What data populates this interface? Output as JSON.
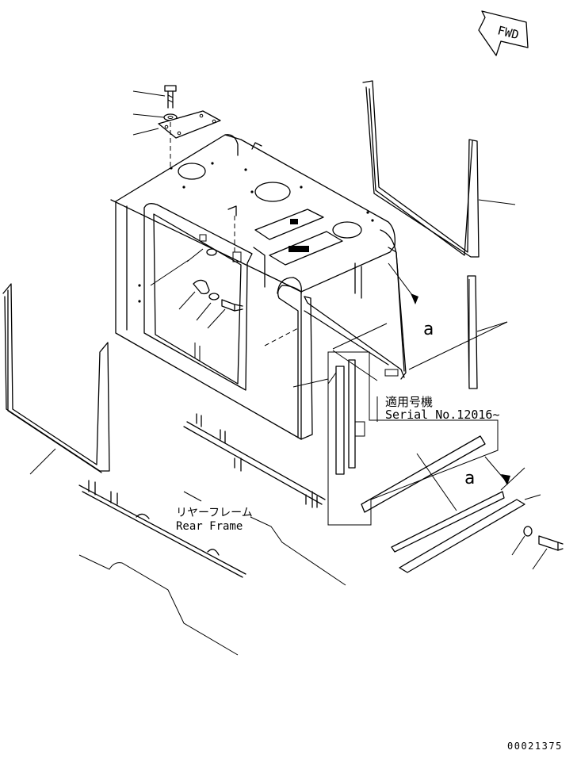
{
  "fwd_label": "FWD",
  "callout_a_upper": "a",
  "callout_a_lower": "a",
  "serial_note_jp": "適用号機",
  "serial_note_en": "Serial No.12016~",
  "rear_frame_jp": "リヤーフレーム",
  "rear_frame_en": "Rear Frame",
  "drawing_number": "00021375"
}
